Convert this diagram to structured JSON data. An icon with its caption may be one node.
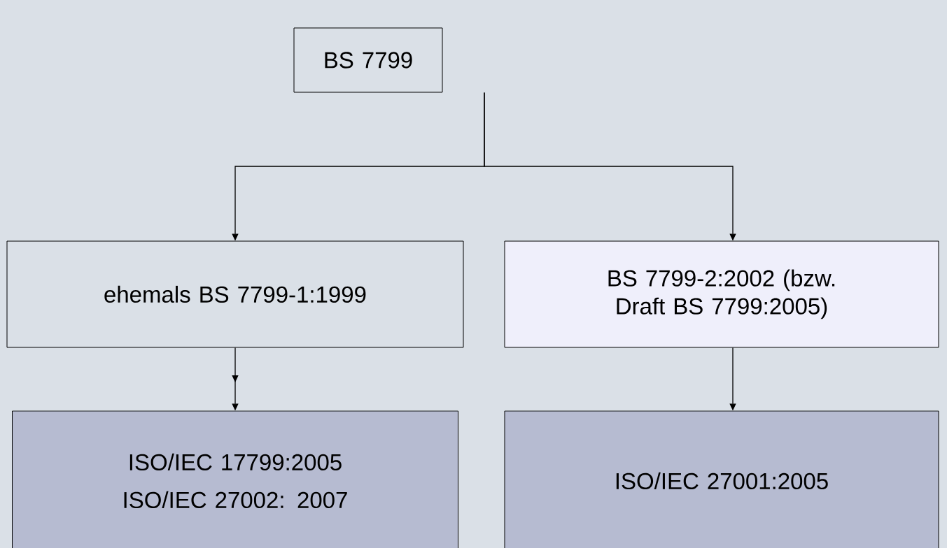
{
  "diagram": {
    "nodes": [
      {
        "text": [
          "BS 7799"
        ]
      },
      {
        "text": [
          "ehemals BS 7799-1:1999"
        ]
      },
      {
        "text": [
          "BS 7799-2:2002 (bzw. Draft BS 7799:2005)"
        ]
      },
      {
        "text": [
          "ISO/IEC 17799:2005",
          "ISO/IEC 27002: 2007"
        ]
      },
      {
        "text": [
          "ISO/IEC 27001:2005"
        ]
      }
    ],
    "edges": [
      {
        "from": 0,
        "to": 1,
        "arrow": "to"
      },
      {
        "from": 0,
        "to": 2,
        "arrow": "to"
      },
      {
        "from": 1,
        "to": 3,
        "arrow": "to"
      },
      {
        "from": 2,
        "to": 4,
        "arrow": "to"
      }
    ]
  }
}
